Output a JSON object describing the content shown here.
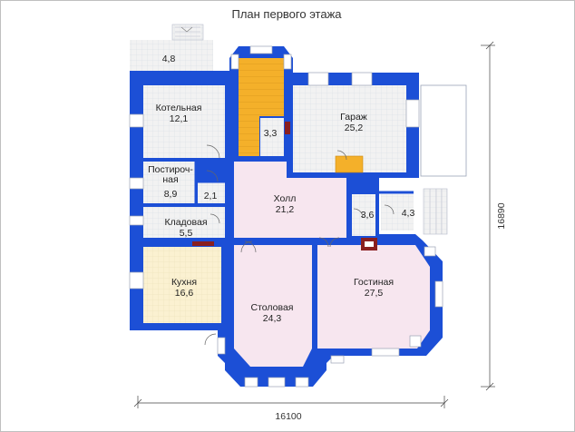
{
  "title": "План первого этажа",
  "rooms": [
    {
      "id": "terrace",
      "name": "",
      "area": "4,8"
    },
    {
      "id": "boiler",
      "name": "Котельная",
      "area": "12,1"
    },
    {
      "id": "stair",
      "name": "",
      "area": "3,3"
    },
    {
      "id": "garage",
      "name": "Гараж",
      "area": "25,2"
    },
    {
      "id": "laundry",
      "name": "Постироч-\nная",
      "area": "8,9"
    },
    {
      "id": "wc",
      "name": "",
      "area": "2,1"
    },
    {
      "id": "hall",
      "name": "Холл",
      "area": "21,2"
    },
    {
      "id": "small1",
      "name": "",
      "area": "3,6"
    },
    {
      "id": "porch",
      "name": "",
      "area": "4,3"
    },
    {
      "id": "pantry",
      "name": "Кладовая",
      "area": "5,5"
    },
    {
      "id": "kitchen",
      "name": "Кухня",
      "area": "16,6"
    },
    {
      "id": "dining",
      "name": "Столовая",
      "area": "24,3"
    },
    {
      "id": "living",
      "name": "Гостиная",
      "area": "27,5"
    }
  ],
  "dimensions": {
    "width": "16100",
    "height": "16890"
  },
  "colors": {
    "wall": "#1c4fd6",
    "wall_light": "#5b86e6",
    "tile_floor": "#f0f0f0",
    "tile_line": "#cfd7e6",
    "kitchen_floor": "#fbf3d6",
    "pink_floor": "#f7e6ef",
    "stair": "#f4b02a",
    "window": "#ffffff"
  }
}
